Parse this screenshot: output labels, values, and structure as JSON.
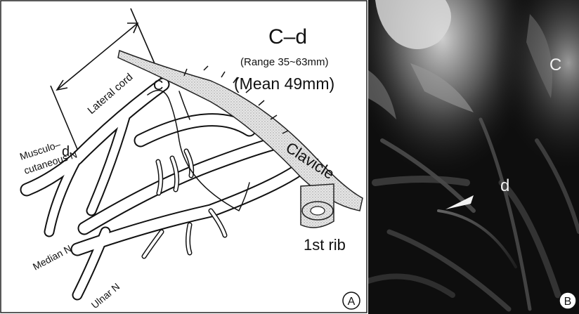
{
  "panel_a": {
    "title": "C–d",
    "range": "(Range 35~63mm)",
    "mean": "(Mean 49mm)",
    "labels": {
      "c": "C",
      "d": "d",
      "lateral_cord": "Lateral cord",
      "musculo_1": "Musculo–",
      "musculo_2": "cutaneous N",
      "median": "Median N",
      "ulnar": "Ulnar N",
      "clavicle": "Clavicle",
      "first_rib": "1st rib"
    },
    "marker": "A"
  },
  "panel_b": {
    "labels": {
      "c": "C",
      "d": "d"
    },
    "marker": "B"
  }
}
